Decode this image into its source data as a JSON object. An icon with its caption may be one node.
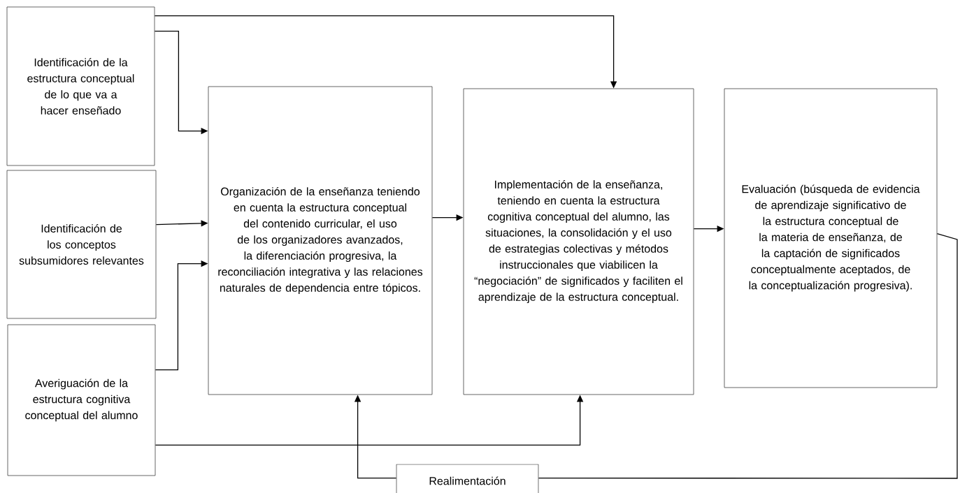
{
  "diagram": {
    "nodes": [
      {
        "text": [
          "Identificación de la estructura conceptual de lo que va a hacer enseñado"
        ]
      },
      {
        "text": [
          "Identificación de los conceptos subsumidores relevantes"
        ]
      },
      {
        "text": [
          "Averiguación de la estructura cognitiva conceptual del alumno"
        ]
      },
      {
        "text": [
          "Organización de la enseñanza teniendo en cuenta la estructura conceptual del contenido curricular, el uso de los organizadores avanzados, la diferenciación progresiva, la reconciliación integrativa y las relaciones naturales de dependencia entre tópicos."
        ]
      },
      {
        "text": [
          "Implementación de la enseñanza, teniendo en cuenta la estructura cognitiva conceptual del alumno, las situaciones, la consolidación y el uso de estrategias colectivas y métodos instruccionales que viabilicen la “negociación” de significados y faciliten el aprendizaje de la estructura conceptual."
        ]
      },
      {
        "text": [
          "Evaluación (búsqueda de evidencia de aprendizaje significativo de la estructura conceptual de la materia de enseñanza, de la captación de significados conceptualmente aceptados, de la conceptualización progresiva)."
        ]
      },
      {
        "text": [
          "Realimentación"
        ]
      }
    ],
    "edges": [
      {
        "from": 0,
        "to": 3,
        "arrow": "to"
      },
      {
        "from": 0,
        "to": 4,
        "arrow": "to"
      },
      {
        "from": 1,
        "to": 3,
        "arrow": "to"
      },
      {
        "from": 2,
        "to": 3,
        "arrow": "to"
      },
      {
        "from": 2,
        "to": 4,
        "arrow": "to"
      },
      {
        "from": 3,
        "to": 4,
        "arrow": "to"
      },
      {
        "from": 4,
        "to": 5,
        "arrow": "to"
      },
      {
        "from": 5,
        "to": 6,
        "arrow": "none"
      },
      {
        "from": 6,
        "to": 3,
        "arrow": "to"
      }
    ]
  }
}
